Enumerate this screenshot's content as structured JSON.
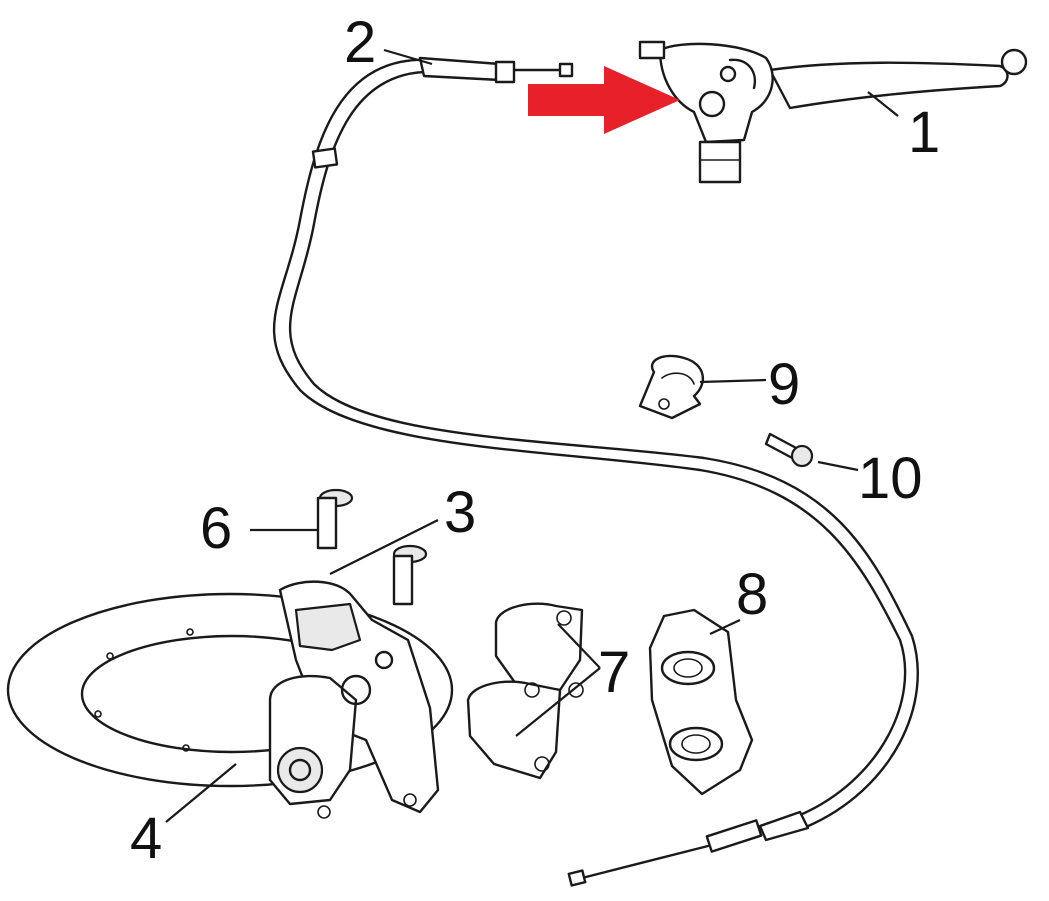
{
  "callouts": [
    {
      "id": "1",
      "label": "1"
    },
    {
      "id": "2",
      "label": "2"
    },
    {
      "id": "3",
      "label": "3"
    },
    {
      "id": "4",
      "label": "4"
    },
    {
      "id": "6",
      "label": "6"
    },
    {
      "id": "7",
      "label": "7"
    },
    {
      "id": "8",
      "label": "8"
    },
    {
      "id": "9",
      "label": "9"
    },
    {
      "id": "10",
      "label": "10"
    }
  ],
  "colors": {
    "ink": "#1a1a1a",
    "highlight_arrow": "#e8202a",
    "background": "#ffffff"
  },
  "icons": {
    "highlight": "right-arrow-icon"
  }
}
